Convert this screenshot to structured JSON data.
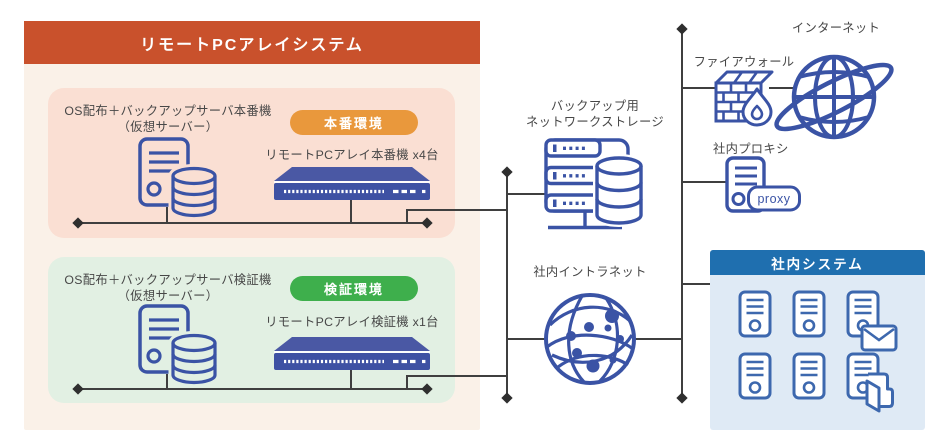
{
  "diagram_title": "リモートPCアレイシステム",
  "production_env": {
    "server_label_line1": "OS配布＋バックアップサーバ本番機",
    "server_label_line2": "（仮想サーバー）",
    "badge": "本番環境",
    "array_label": "リモートPCアレイ本番機 x4台"
  },
  "verification_env": {
    "server_label_line1": "OS配布＋バックアップサーバ検証機",
    "server_label_line2": "（仮想サーバー）",
    "badge": "検証環境",
    "array_label": "リモートPCアレイ検証機 x1台"
  },
  "backup_storage": {
    "label_line1": "バックアップ用",
    "label_line2": "ネットワークストレージ"
  },
  "intranet": {
    "label": "社内イントラネット"
  },
  "internet": {
    "label": "インターネット"
  },
  "firewall": {
    "label": "ファイアウォール"
  },
  "proxy": {
    "label": "社内プロキシ",
    "tag_text": "proxy"
  },
  "internal_systems": {
    "title": "社内システム"
  },
  "colors": {
    "banner_orange": "#C9512C",
    "panel_cream": "#FAF1E8",
    "production_pink": "#FADFD3",
    "verification_green": "#E2F0E3",
    "production_badge_orange": "#E9983C",
    "verification_badge_green": "#3EAF4C",
    "icon_blue": "#3A53A5",
    "systems_icon_blue": "#3D68AE",
    "systems_header_blue": "#1F6FAF",
    "systems_panel_blue": "#DFEAF5",
    "connector_gray": "#3F3F3F"
  }
}
